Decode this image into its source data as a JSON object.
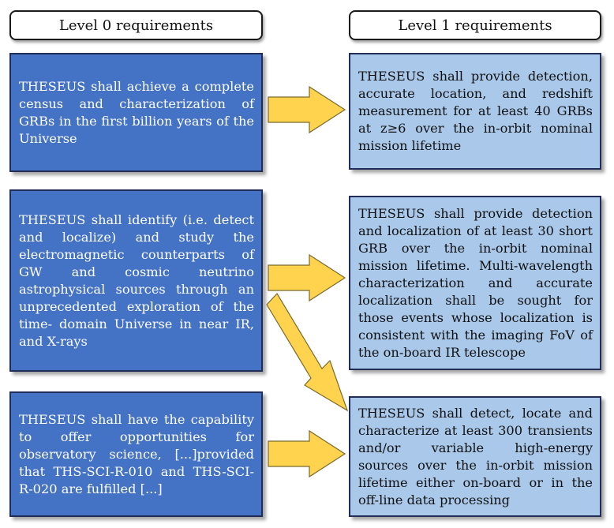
{
  "headers": {
    "level0": "Level 0 requirements",
    "level1": "Level 1 requirements"
  },
  "level0": [
    "THESEUS shall achieve a complete census and characterization of GRBs in the first billion years of the Universe",
    "THESEUS shall identify (i.e. detect and localize) and study the electromagnetic counterparts of GW and cosmic neutrino astrophysical sources through an unprecedented exploration of the time- domain Universe in near IR, and X-rays",
    "THESEUS shall have the capability to offer opportunities for observatory science, [...]provided that THS-SCI-R-010 and THS-SCI-R-020 are fulfilled [...]"
  ],
  "level1": [
    "THESEUS shall provide detection, accurate location, and redshift measurement for at least 40 GRBs at z≥6 over the in-orbit nominal mission lifetime",
    "THESEUS shall provide detection and localization of at least 30 short GRB over the in-orbit nominal mission lifetime. Multi-wavelength characterization and accurate localization shall be sought for those events whose localization is consistent with the imaging FoV of the on-board IR telescope",
    "THESEUS shall detect, locate and characterize at least 300 transients and/or variable high-energy sources over the in-orbit mission lifetime either on-board or in the off-line data processing"
  ],
  "colors": {
    "level0_fill": "#4472c4",
    "level1_fill": "#a9c8ea",
    "arrow_fill": "#ffd34d",
    "arrow_stroke": "#7a6a2a"
  }
}
